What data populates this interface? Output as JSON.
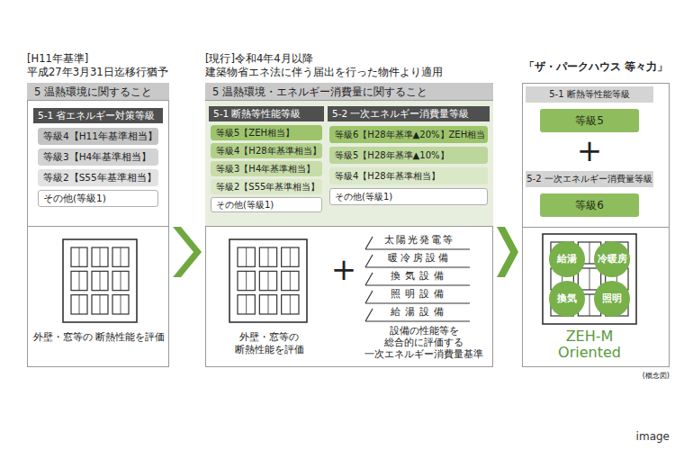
{
  "diagram": {
    "nodes": [
      {
        "text": [
          "[H11年基準]",
          "平成27年3月31日迄移行猶予"
        ]
      },
      {
        "text": [
          "5 温熱環境に関すること"
        ],
        "in": 0
      },
      {
        "text": [
          "5-1 省エネルギー対策等級"
        ],
        "in": 1
      },
      {
        "text": [
          "等級4【H11年基準相当】"
        ],
        "in": 2
      },
      {
        "text": [
          "等級3【H4年基準相当】"
        ],
        "in": 2
      },
      {
        "text": [
          "等級2【S55年基準相当】"
        ],
        "in": 2
      },
      {
        "text": [
          "その他(等級1)"
        ],
        "in": 2
      },
      {
        "text": [
          "[現行]令和4年4月以降",
          "建築物省エネ法に伴う届出を行った物件より適用"
        ]
      },
      {
        "text": [
          "5 温熱環境・エネルギー消費量に関すること"
        ],
        "in": 7
      },
      {
        "text": [
          "5-1 断熱等性能等級"
        ],
        "in": 8
      },
      {
        "text": [
          "等級5【ZEH相当】"
        ],
        "in": 9
      },
      {
        "text": [
          "等級4【H28年基準相当】"
        ],
        "in": 9
      },
      {
        "text": [
          "等級3【H4年基準相当】"
        ],
        "in": 9
      },
      {
        "text": [
          "等級2【S55年基準相当】"
        ],
        "in": 9
      },
      {
        "text": [
          "その他(等級1)"
        ],
        "in": 9
      },
      {
        "text": [
          "5-2 一次エネルギー消費量等級"
        ],
        "in": 8
      },
      {
        "text": [
          "等級6【H28年基準▲20%】ZEH相当"
        ],
        "in": 15
      },
      {
        "text": [
          "等級5【H28年基準▲10%】"
        ],
        "in": 15
      },
      {
        "text": [
          "等級4【H28年基準相当】"
        ],
        "in": 15
      },
      {
        "text": [
          "その他(等級1)"
        ],
        "in": 15
      },
      {
        "text": [
          "「ザ・パークハウス 等々力」"
        ]
      },
      {
        "text": [
          "5-1 断熱等性能等級"
        ],
        "in": 20
      },
      {
        "text": [
          "等級5"
        ],
        "in": 21
      },
      {
        "text": [
          "5-2 一次エネルギー消費量等級"
        ],
        "in": 20
      },
      {
        "text": [
          "等級6"
        ],
        "in": 23
      },
      {
        "text": [
          "給湯"
        ],
        "in": 20
      },
      {
        "text": [
          "冷暖房"
        ],
        "in": 20
      },
      {
        "text": [
          "換気"
        ],
        "in": 20
      },
      {
        "text": [
          "照明"
        ],
        "in": 20
      }
    ],
    "edges": [
      {
        "from": 0,
        "to": 7,
        "arrow": "to"
      },
      {
        "from": 7,
        "to": 20,
        "arrow": "to"
      }
    ],
    "labels": [
      "外壁・窓等の 断熱性能を評価",
      "外壁・窓等の 断熱性能を評価",
      "+",
      "太陽光発電等",
      "暖冷房設備",
      "換気設備",
      "照明設備",
      "給湯設備",
      "設備の性能等を 総合的に評価する 一次エネルギー消費量基準",
      "+",
      "ZEH-M Oriented",
      "(概念図)",
      "image"
    ]
  }
}
